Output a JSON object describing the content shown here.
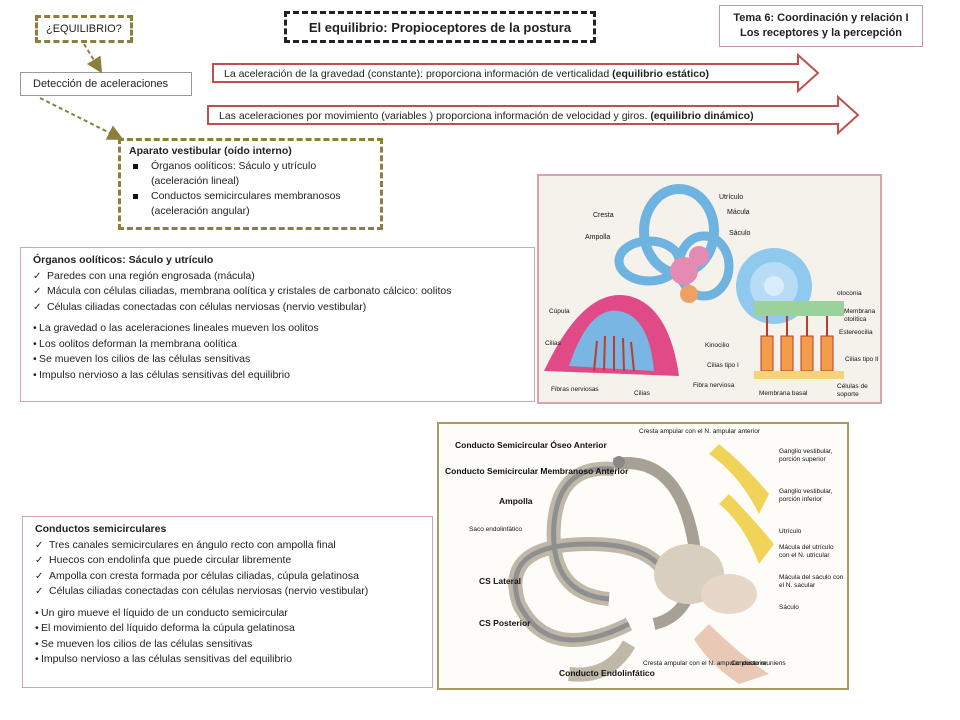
{
  "header": {
    "question": "¿EQUILIBRIO?",
    "title": "El equilibrio: Propioceptores de la postura",
    "topic_line1": "Tema 6: Coordinación y relación I",
    "topic_line2": "Los receptores y la percepción"
  },
  "detection": {
    "label": "Detección de aceleraciones"
  },
  "arrows": {
    "static_text": "La aceleración de la gravedad (constante): proporciona información de verticalidad",
    "static_bold": "(equilibrio estático)",
    "dynamic_text": "Las aceleraciones por movimiento (variables ) proporciona información de velocidad y giros.",
    "dynamic_bold": "(equilibrio dinámico)"
  },
  "vestibular": {
    "title": "Aparato vestibular (oído interno)",
    "items": [
      "Órganos oolíticos: Sáculo y utrículo",
      "(aceleración lineal)",
      "Conductos semicirculares membranosos",
      "(aceleración angular)"
    ]
  },
  "oolitic": {
    "title": "Órganos oolíticos: Sáculo y utrículo",
    "checks": [
      "Paredes con una región engrosada (mácula)",
      "Mácula con células ciliadas, membrana oolítica y cristales de carbonato cálcico: oolitos",
      "Células ciliadas conectadas con células nerviosas (nervio vestibular)"
    ],
    "bullets": [
      "La gravedad o las aceleraciones lineales mueven los oolitos",
      "Los oolitos deforman la membrana oolítica",
      "Se mueven los cilios de las células sensitivas",
      "Impulso nervioso a las células sensitivas del equilibrio"
    ]
  },
  "canals": {
    "title": "Conductos semicirculares",
    "checks": [
      "Tres canales semicirculares en ángulo recto con ampolla final",
      " Huecos con endolinfa que puede circular libremente",
      "Ampolla con cresta formada por células ciliadas, cúpula gelatinosa",
      "Células ciliadas conectadas con células nerviosas  (nervio vestibular)"
    ],
    "bullets": [
      "Un giro  mueve el líquido de un conducto semicircular",
      "El movimiento  del líquido deforma la cúpula gelatinosa",
      "Se mueven los cilios de las células sensitivas",
      "Impulso nervioso a las células sensitivas del equilibrio"
    ]
  },
  "figure1": {
    "labels": {
      "cresta": "Cresta",
      "ampolla": "Ampolla",
      "utriculo": "Utrículo",
      "macula": "Mácula",
      "saculo": "Sáculo",
      "otoconia": "otoconia",
      "membrana_otolitica": "Membrana otolítica",
      "estereocilia": "Estereocilia",
      "kinocilio": "Kinocilio",
      "cilias_tipo1": "Cilias tipo I",
      "cilias_tipo2": "Cilias tipo II",
      "celulas_soporte": "Células de soporte",
      "membrana_basal": "Membrana basal",
      "fibra_nerviosa": "Fibra nerviosa",
      "cupula": "Cúpula",
      "cilias": "Cilias",
      "fibras_nerviosas": "Fibras nerviosas",
      "cilias_b": "Cilias"
    }
  },
  "figure2": {
    "labels": {
      "csa_oseo": "Conducto Semicircular Óseo Anterior",
      "csa_membranoso": "Conducto Semicircular Membranoso Anterior",
      "ampolla": "Ampolla",
      "saco": "Saco endolinfático",
      "cs_lateral": "CS Lateral",
      "cs_posterior": "CS Posterior",
      "conducto_endolinfatico": "Conducto Endolinfático",
      "cresta_anterior": "Cresta ampular con el N. ampular anterior",
      "cresta_posterior": "Cresta ampular con el N. ampular posterior",
      "conducto_reuniens": "Conducto reuniens",
      "ganglio_superior": "Ganglio vestibular, porción superior",
      "ganglio_inferior": "Ganglio vestibular, porción inferior",
      "utriculo": "Utrículo",
      "macula_utriculo": "Mácula del utrículo con el N. utricular",
      "macula_saculo": "Mácula del sáculo con el N. sacular",
      "saculo": "Sáculo"
    }
  },
  "colors": {
    "dashed_gold": "#8b7f3b",
    "pink_border": "#d9a3ab",
    "arrow_red": "#c0504d"
  }
}
